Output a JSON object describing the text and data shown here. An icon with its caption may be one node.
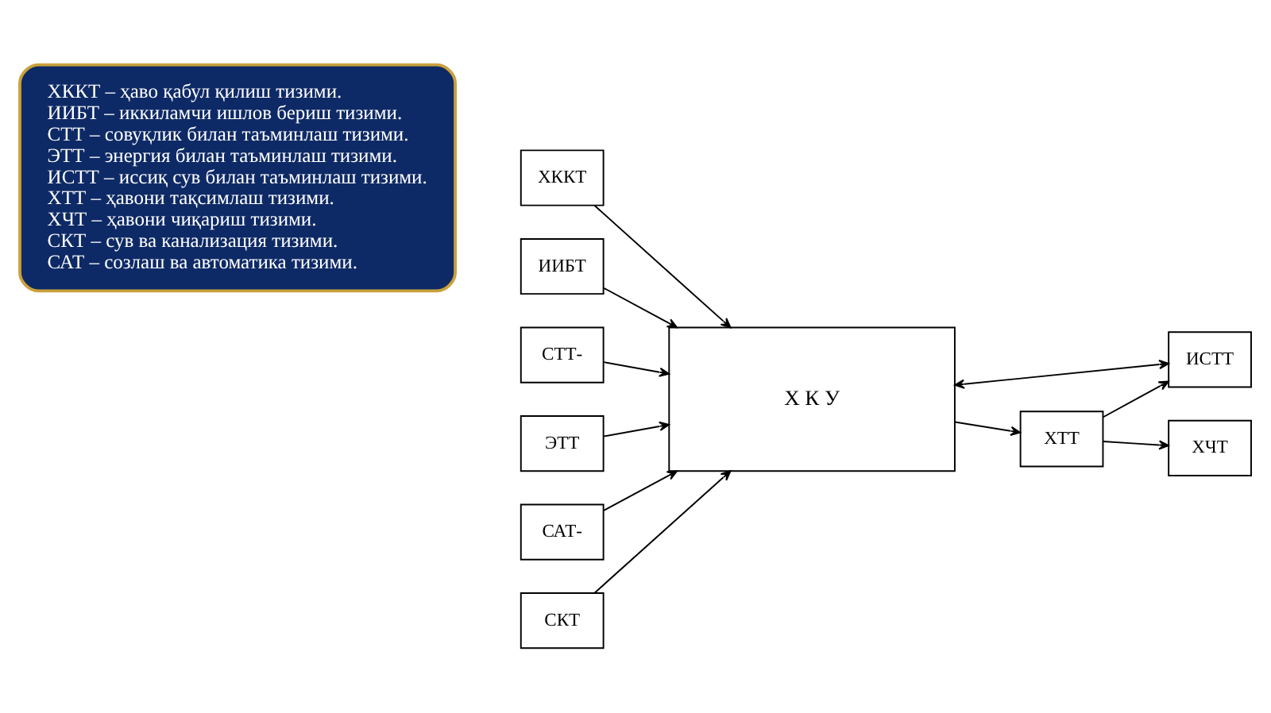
{
  "diagram": {
    "nodes": [
      {
        "text": [
          "ХККТ – ҳаво қабул қилиш тизими.",
          "ИИБТ – иккиламчи ишлов бериш тизими.",
          "СТТ – совуқлик билан таъминлаш тизими.",
          "ЭТТ – энергия билан таъминлаш тизими.",
          "ИСТТ – иссиқ сув билан таъминлаш тизими.",
          "ХТТ – ҳавони тақсимлаш тизими.",
          "ХЧТ – ҳавони чиқариш тизими.",
          "СКТ – сув ва канализация тизими.",
          "САТ – созлаш ва автоматика тизими."
        ]
      },
      {
        "text": [
          "ХККТ"
        ]
      },
      {
        "text": [
          "Х К У"
        ]
      },
      {
        "text": [
          "ИИБТ"
        ]
      },
      {
        "text": [
          "СТТ-"
        ]
      },
      {
        "text": [
          "ЭТТ"
        ]
      },
      {
        "text": [
          "ИСТТ"
        ]
      },
      {
        "text": [
          "ХТТ"
        ]
      },
      {
        "text": [
          "ХЧТ"
        ]
      },
      {
        "text": [
          "САТ-"
        ]
      },
      {
        "text": [
          "СКТ"
        ]
      }
    ],
    "edges": [
      {
        "from": 1,
        "to": 2,
        "arrow": "to"
      },
      {
        "from": 3,
        "to": 2,
        "arrow": "to"
      },
      {
        "from": 4,
        "to": 2,
        "arrow": "to"
      },
      {
        "from": 5,
        "to": 2,
        "arrow": "to"
      },
      {
        "from": 6,
        "to": 2,
        "arrow": "both"
      },
      {
        "from": 2,
        "to": 7,
        "arrow": "to"
      },
      {
        "from": 7,
        "to": 6,
        "arrow": "to"
      },
      {
        "from": 7,
        "to": 8,
        "arrow": "to"
      },
      {
        "from": 9,
        "to": 2,
        "arrow": "to"
      },
      {
        "from": 10,
        "to": 2,
        "arrow": "to"
      }
    ]
  }
}
